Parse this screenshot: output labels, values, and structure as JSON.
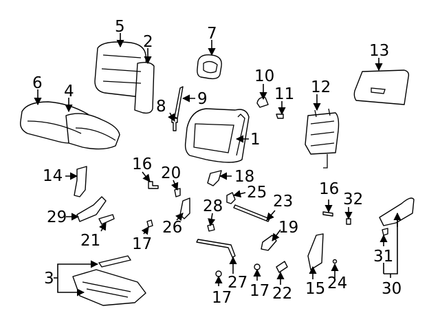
{
  "diagram": {
    "labels": [
      {
        "id": "5",
        "text": "5"
      },
      {
        "id": "2",
        "text": "2"
      },
      {
        "id": "7",
        "text": "7"
      },
      {
        "id": "13",
        "text": "13"
      },
      {
        "id": "6",
        "text": "6"
      },
      {
        "id": "4",
        "text": "4"
      },
      {
        "id": "10",
        "text": "10"
      },
      {
        "id": "12",
        "text": "12"
      },
      {
        "id": "9",
        "text": "9"
      },
      {
        "id": "11",
        "text": "11"
      },
      {
        "id": "8",
        "text": "8"
      },
      {
        "id": "1",
        "text": "1"
      },
      {
        "id": "16a",
        "text": "16"
      },
      {
        "id": "20",
        "text": "20"
      },
      {
        "id": "14",
        "text": "14"
      },
      {
        "id": "18",
        "text": "18"
      },
      {
        "id": "25",
        "text": "25"
      },
      {
        "id": "16b",
        "text": "16"
      },
      {
        "id": "32",
        "text": "32"
      },
      {
        "id": "23",
        "text": "23"
      },
      {
        "id": "28",
        "text": "28"
      },
      {
        "id": "29",
        "text": "29"
      },
      {
        "id": "26",
        "text": "26"
      },
      {
        "id": "19",
        "text": "19"
      },
      {
        "id": "21",
        "text": "21"
      },
      {
        "id": "17a",
        "text": "17"
      },
      {
        "id": "31",
        "text": "31"
      },
      {
        "id": "3",
        "text": "3"
      },
      {
        "id": "27",
        "text": "27"
      },
      {
        "id": "17b",
        "text": "17"
      },
      {
        "id": "17c",
        "text": "17"
      },
      {
        "id": "22",
        "text": "22"
      },
      {
        "id": "15",
        "text": "15"
      },
      {
        "id": "24",
        "text": "24"
      },
      {
        "id": "30",
        "text": "30"
      }
    ]
  }
}
